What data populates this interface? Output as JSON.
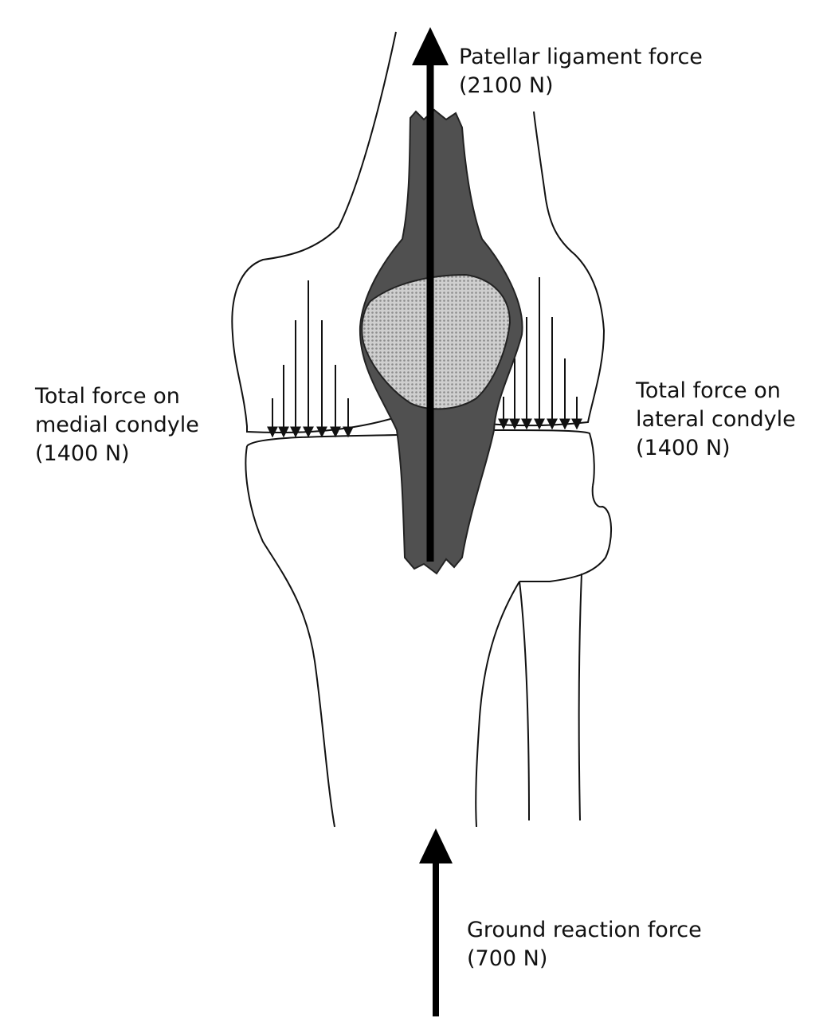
{
  "labels": {
    "patellar_force": {
      "title": "Patellar ligament force",
      "value": "(2100 N)"
    },
    "medial_condyle": {
      "line1": "Total force on",
      "line2": "medial condyle",
      "value": "(1400 N)"
    },
    "lateral_condyle": {
      "line1": "Total force on",
      "line2": "lateral condyle",
      "value": "(1400 N)"
    },
    "ground_reaction": {
      "title": "Ground reaction force",
      "value": "(700 N)"
    }
  },
  "colors": {
    "outline": "#111111",
    "ligament_fill": "#505050",
    "patella_fill": "#bdbdbd",
    "background": "#ffffff"
  }
}
